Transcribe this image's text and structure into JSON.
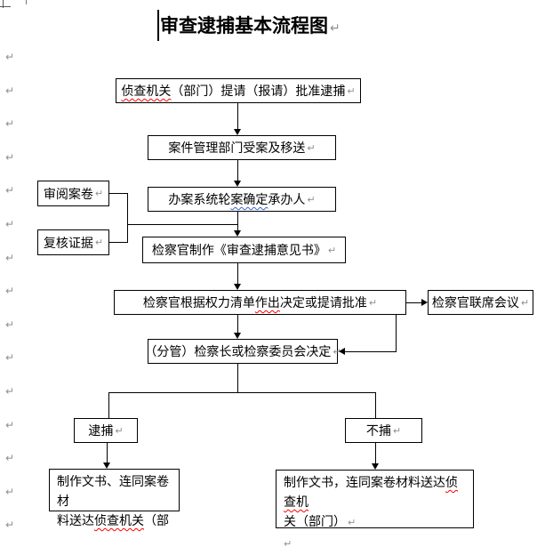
{
  "page": {
    "title": "审查逮捕基本流程图"
  },
  "marks": {
    "pilcrow": "↵"
  },
  "colors": {
    "box_border": "#000000",
    "text": "#000000",
    "spell_error_underline": "#ff0000",
    "grammar_error_underline": "#3366cc",
    "formatting_mark": "#8f8f8f"
  },
  "flow": {
    "request": {
      "err": "侦查机关",
      "rest": "（部门）提请（报请）批准逮捕"
    },
    "case_mgmt": {
      "text": "案件管理部门受案及移送"
    },
    "system": {
      "pre": "办案系统轮",
      "err": "案确定",
      "post": "承办人"
    },
    "review_file": {
      "text": "审阅案卷"
    },
    "verify_evidence": {
      "text": "复核证据"
    },
    "opinion": {
      "text": "检察官制作《审查逮捕意见书》"
    },
    "decision": {
      "pre": "检察官根据权力清单",
      "err": "作出",
      "post": "决定或提请批准"
    },
    "joint_meeting": {
      "text": "检察官联席会议"
    },
    "chief_decision": {
      "text": "（分管）检察长或检察委员会决定"
    },
    "arrest": {
      "text": "逮捕"
    },
    "no_arrest": {
      "text": "不捕"
    },
    "deliver_left": {
      "line1": "制作文书、连同案卷材",
      "line2_pre": "料送达",
      "line2_err": "侦查机关",
      "line2_post": "（部"
    },
    "deliver_right": {
      "line1_pre": "制作文书，连同案卷材料送达",
      "line1_err": "侦查机",
      "line2": "关（部门）"
    }
  }
}
